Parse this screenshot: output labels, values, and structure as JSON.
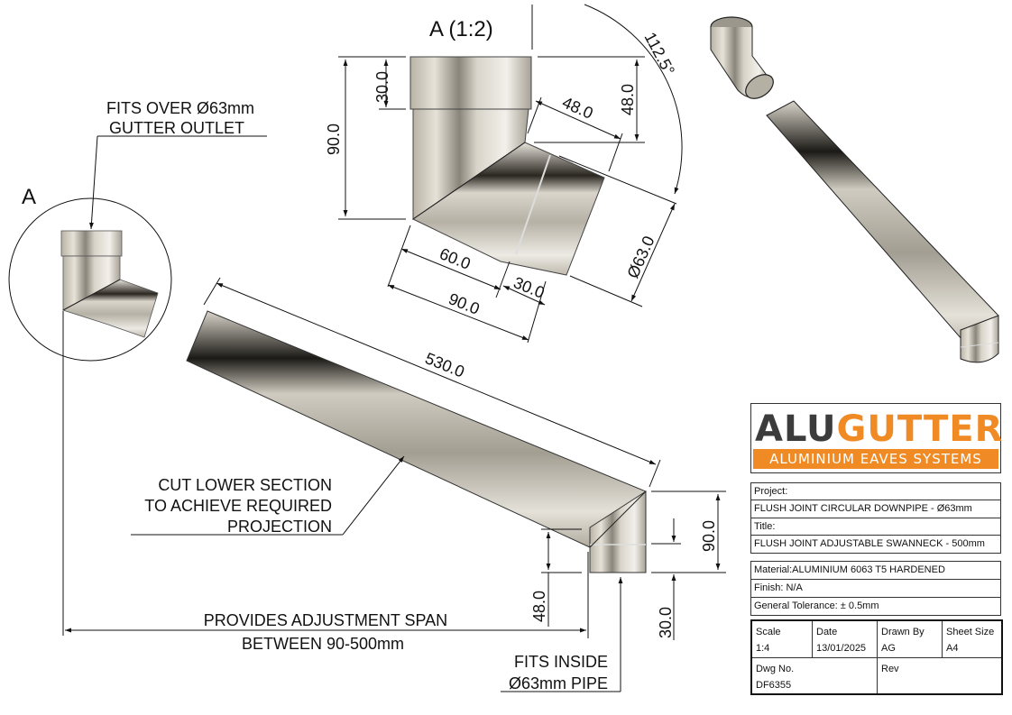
{
  "detail": {
    "callout_label": "A",
    "view_label": "A (1:2)",
    "dims": {
      "overall_height": "90.0",
      "socket_height": "30.0",
      "spigot_offset_vertical": "48.0",
      "spigot_offset_angled": "48.0",
      "angle": "112.5°",
      "diameter": "Ø63.0",
      "branch_length_60": "60.0",
      "branch_spigot_30": "30.0",
      "branch_total_90": "90.0"
    }
  },
  "main_view": {
    "dims": {
      "pipe_length": "530.0",
      "bottom_height": "90.0",
      "bottom_spigot": "30.0",
      "bottom_offset": "48.0"
    },
    "notes": {
      "fits_over_line1": "FITS OVER Ø63mm",
      "fits_over_line2": "GUTTER OUTLET",
      "cut_line1": "CUT LOWER SECTION",
      "cut_line2": "TO ACHIEVE REQUIRED",
      "cut_line3": "PROJECTION",
      "span_line1": "PROVIDES ADJUSTMENT SPAN",
      "span_line2": "BETWEEN 90-500mm",
      "fits_inside_line1": "FITS INSIDE",
      "fits_inside_line2": "Ø63mm PIPE"
    }
  },
  "title_block": {
    "logo": {
      "alu": "ALU",
      "gutter": "GUTTER",
      "tagline": "ALUMINIUM EAVES SYSTEMS",
      "colors": {
        "orange": "#f08a24",
        "grey": "#3c3c3c"
      }
    },
    "project_label": "Project:",
    "project_value": "FLUSH JOINT CIRCULAR DOWNPIPE - Ø63mm",
    "title_label": "Title:",
    "title_value": "FLUSH JOINT ADJUSTABLE SWANNECK - 500mm",
    "material": "Material:ALUMINIUM 6063 T5 HARDENED",
    "finish": "Finish: N/A",
    "tolerance": "General Tolerance: ± 0.5mm",
    "scale_label": "Scale",
    "scale_value": "1:4",
    "date_label": "Date",
    "date_value": "13/01/2025",
    "drawn_by_label": "Drawn By",
    "drawn_by_value": "AG",
    "sheet_size_label": "Sheet Size",
    "sheet_size_value": "A4",
    "dwg_no_label": "Dwg No.",
    "dwg_no_value": "DF6355",
    "rev_label": "Rev",
    "rev_value": ""
  }
}
